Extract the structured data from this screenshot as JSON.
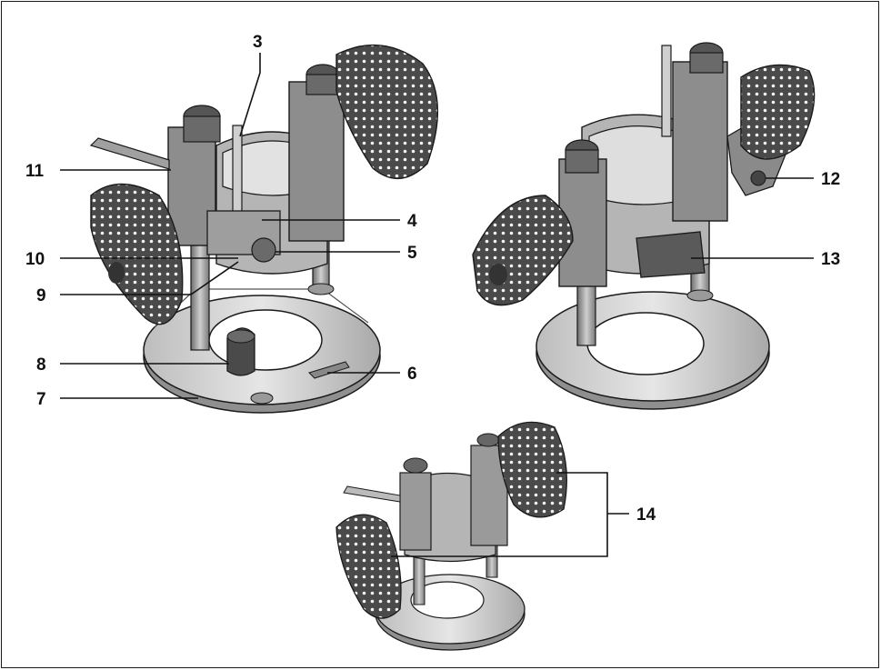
{
  "callouts": {
    "c3": "3",
    "c4": "4",
    "c5": "5",
    "c6": "6",
    "c7": "7",
    "c8": "8",
    "c9": "9",
    "c10": "10",
    "c11": "11",
    "c12": "12",
    "c13": "13",
    "c14": "14"
  },
  "colors": {
    "stroke": "#1a1a1a",
    "metal_light": "#d9d9d9",
    "metal_mid": "#a8a8a8",
    "grip_dark": "#4a4a4a",
    "grip_dot": "#f2f2f2"
  }
}
